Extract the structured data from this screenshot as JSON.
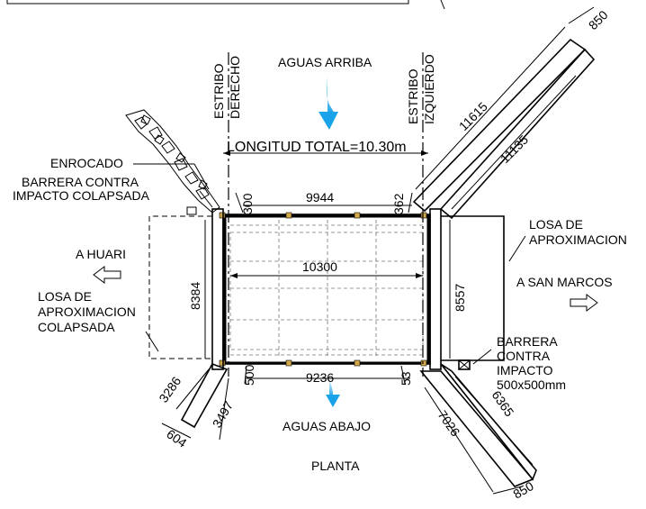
{
  "labels": {
    "upstream": "AGUAS ARRIBA",
    "downstream": "AGUAS ABAJO",
    "plan": "PLANTA",
    "abutment_right_1": "ESTRIBO",
    "abutment_right_2": "DERECHO",
    "abutment_left_1": "ESTRIBO",
    "abutment_left_2": "IZQUIERDO",
    "total_length": "LONGITUD TOTAL=10.30m",
    "riprap": "ENROCADO",
    "barrier_collapsed_1": "BARRERA CONTRA",
    "barrier_collapsed_2": "IMPACTO COLAPSADA",
    "to_huari": "A HUARI",
    "slab_collapsed_1": "LOSA DE",
    "slab_collapsed_2": "APROXIMACION",
    "slab_collapsed_3": "COLAPSADA",
    "slab_right_1": "LOSA DE",
    "slab_right_2": "APROXIMACION",
    "to_san_marcos": "A SAN MARCOS",
    "barrier_right_1": "BARRERA",
    "barrier_right_2": "CONTRA",
    "barrier_right_3": "IMPACTO",
    "barrier_right_4": "500x500mm"
  },
  "dimensions": {
    "wing_width_top": "850",
    "wing_outer_top": "11615",
    "wing_inner_top": "11135",
    "top_span": "9944",
    "top_left_small": "300",
    "top_right_small": "362",
    "mid_span": "10300",
    "left_height": "8384",
    "right_height": "8557",
    "bottom_span": "9236",
    "bottom_left_small": "500",
    "bottom_right_small": "53",
    "wing_left_outer": "3286",
    "wing_left_inner": "3497",
    "wing_left_width": "604",
    "wing_right_outer": "7026",
    "wing_right_inner": "6365",
    "wing_width_bottom": "850"
  },
  "colors": {
    "line": "#000000",
    "flow_arrow": "#1aa3e8",
    "accent_node": "#d4a84a"
  }
}
